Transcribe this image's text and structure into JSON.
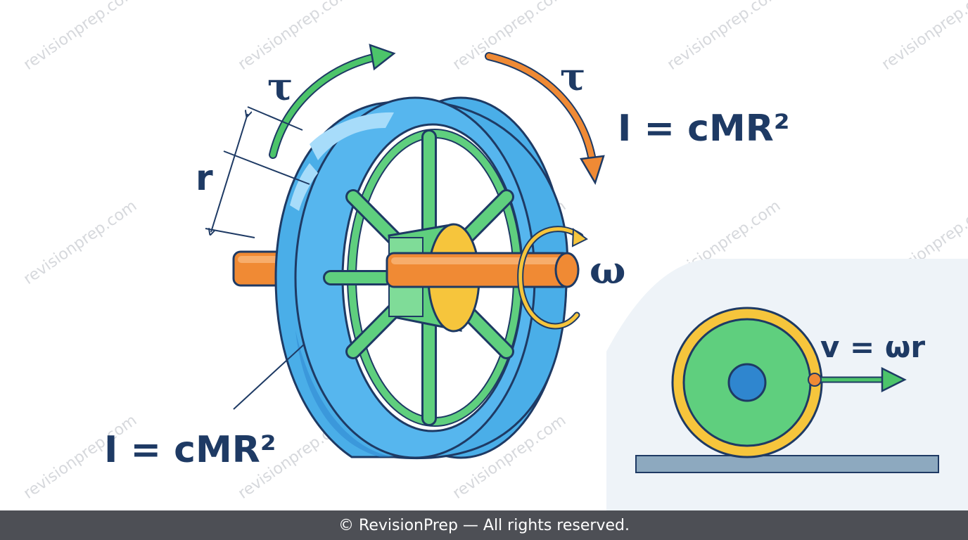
{
  "labels": {
    "torque_left": "τ",
    "torque_right": "τ",
    "radius": "r",
    "inertia_top": "I = cMR²",
    "inertia_bottom": "I = cMR²",
    "omega": "ω",
    "velocity": "v = ωr"
  },
  "watermark": "revisionprep.com",
  "footer": "© RevisionPrep — All rights reserved.",
  "colors": {
    "rim_blue": "#4aaee8",
    "rim_blue_dark": "#2f86cf",
    "outline_navy": "#1e3a64",
    "spoke_green": "#5fcf7e",
    "axle_orange": "#f08a34",
    "hub_yellow": "#f6c53c",
    "arrow_green": "#4cc46a",
    "arrow_orange": "#ef8a35",
    "ground": "#8da9bf",
    "panel": "#eef3f8",
    "footer_bg": "#4d4f55"
  }
}
